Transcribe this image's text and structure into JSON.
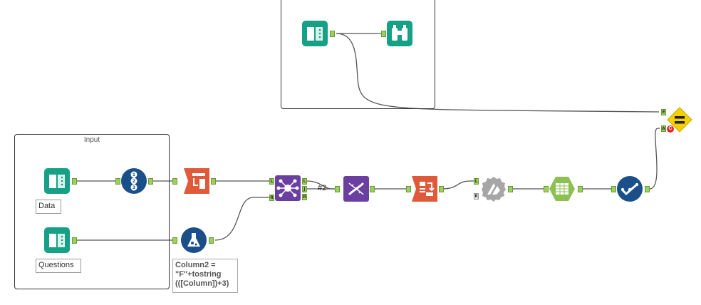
{
  "containers": {
    "input_title": "Input"
  },
  "annotations": {
    "data_label": "Data",
    "questions_label": "Questions",
    "formula_text": "Column2 =\n\"F\"+tostring\n(([Column])+3)"
  },
  "connection_labels": {
    "join_to_dna": "#2"
  },
  "anchors": {
    "join_left": "L",
    "join_right": "R",
    "join_out_L": "L",
    "join_out_J": "J",
    "join_out_R": "R",
    "summarize_left": "L",
    "summarize_right": "R",
    "test_E": "E",
    "test_A": "A"
  },
  "icons": {
    "input_top": "book-input-icon",
    "browse": "binoculars-icon",
    "input_data": "book-input-icon",
    "input_questions": "book-input-icon",
    "record_id": "record-id-icon",
    "transpose": "transpose-icon",
    "join": "join-icon",
    "formula": "formula-flask-icon",
    "dna": "dna-icon",
    "crosstab": "crosstab-icon",
    "fuzzy": "fuzzy-match-icon",
    "text_to_col": "text-to-columns-icon",
    "select": "select-check-icon",
    "test": "test-equal-icon"
  },
  "colors": {
    "input_teal": "#16a085",
    "blue_dark": "#1a4f8a",
    "orange_red": "#e05a3a",
    "purple": "#6b3fa0",
    "grey": "#a6a6a6",
    "green": "#8cc152",
    "yellow": "#f5d000",
    "anchor_green": "#9bd15a"
  }
}
